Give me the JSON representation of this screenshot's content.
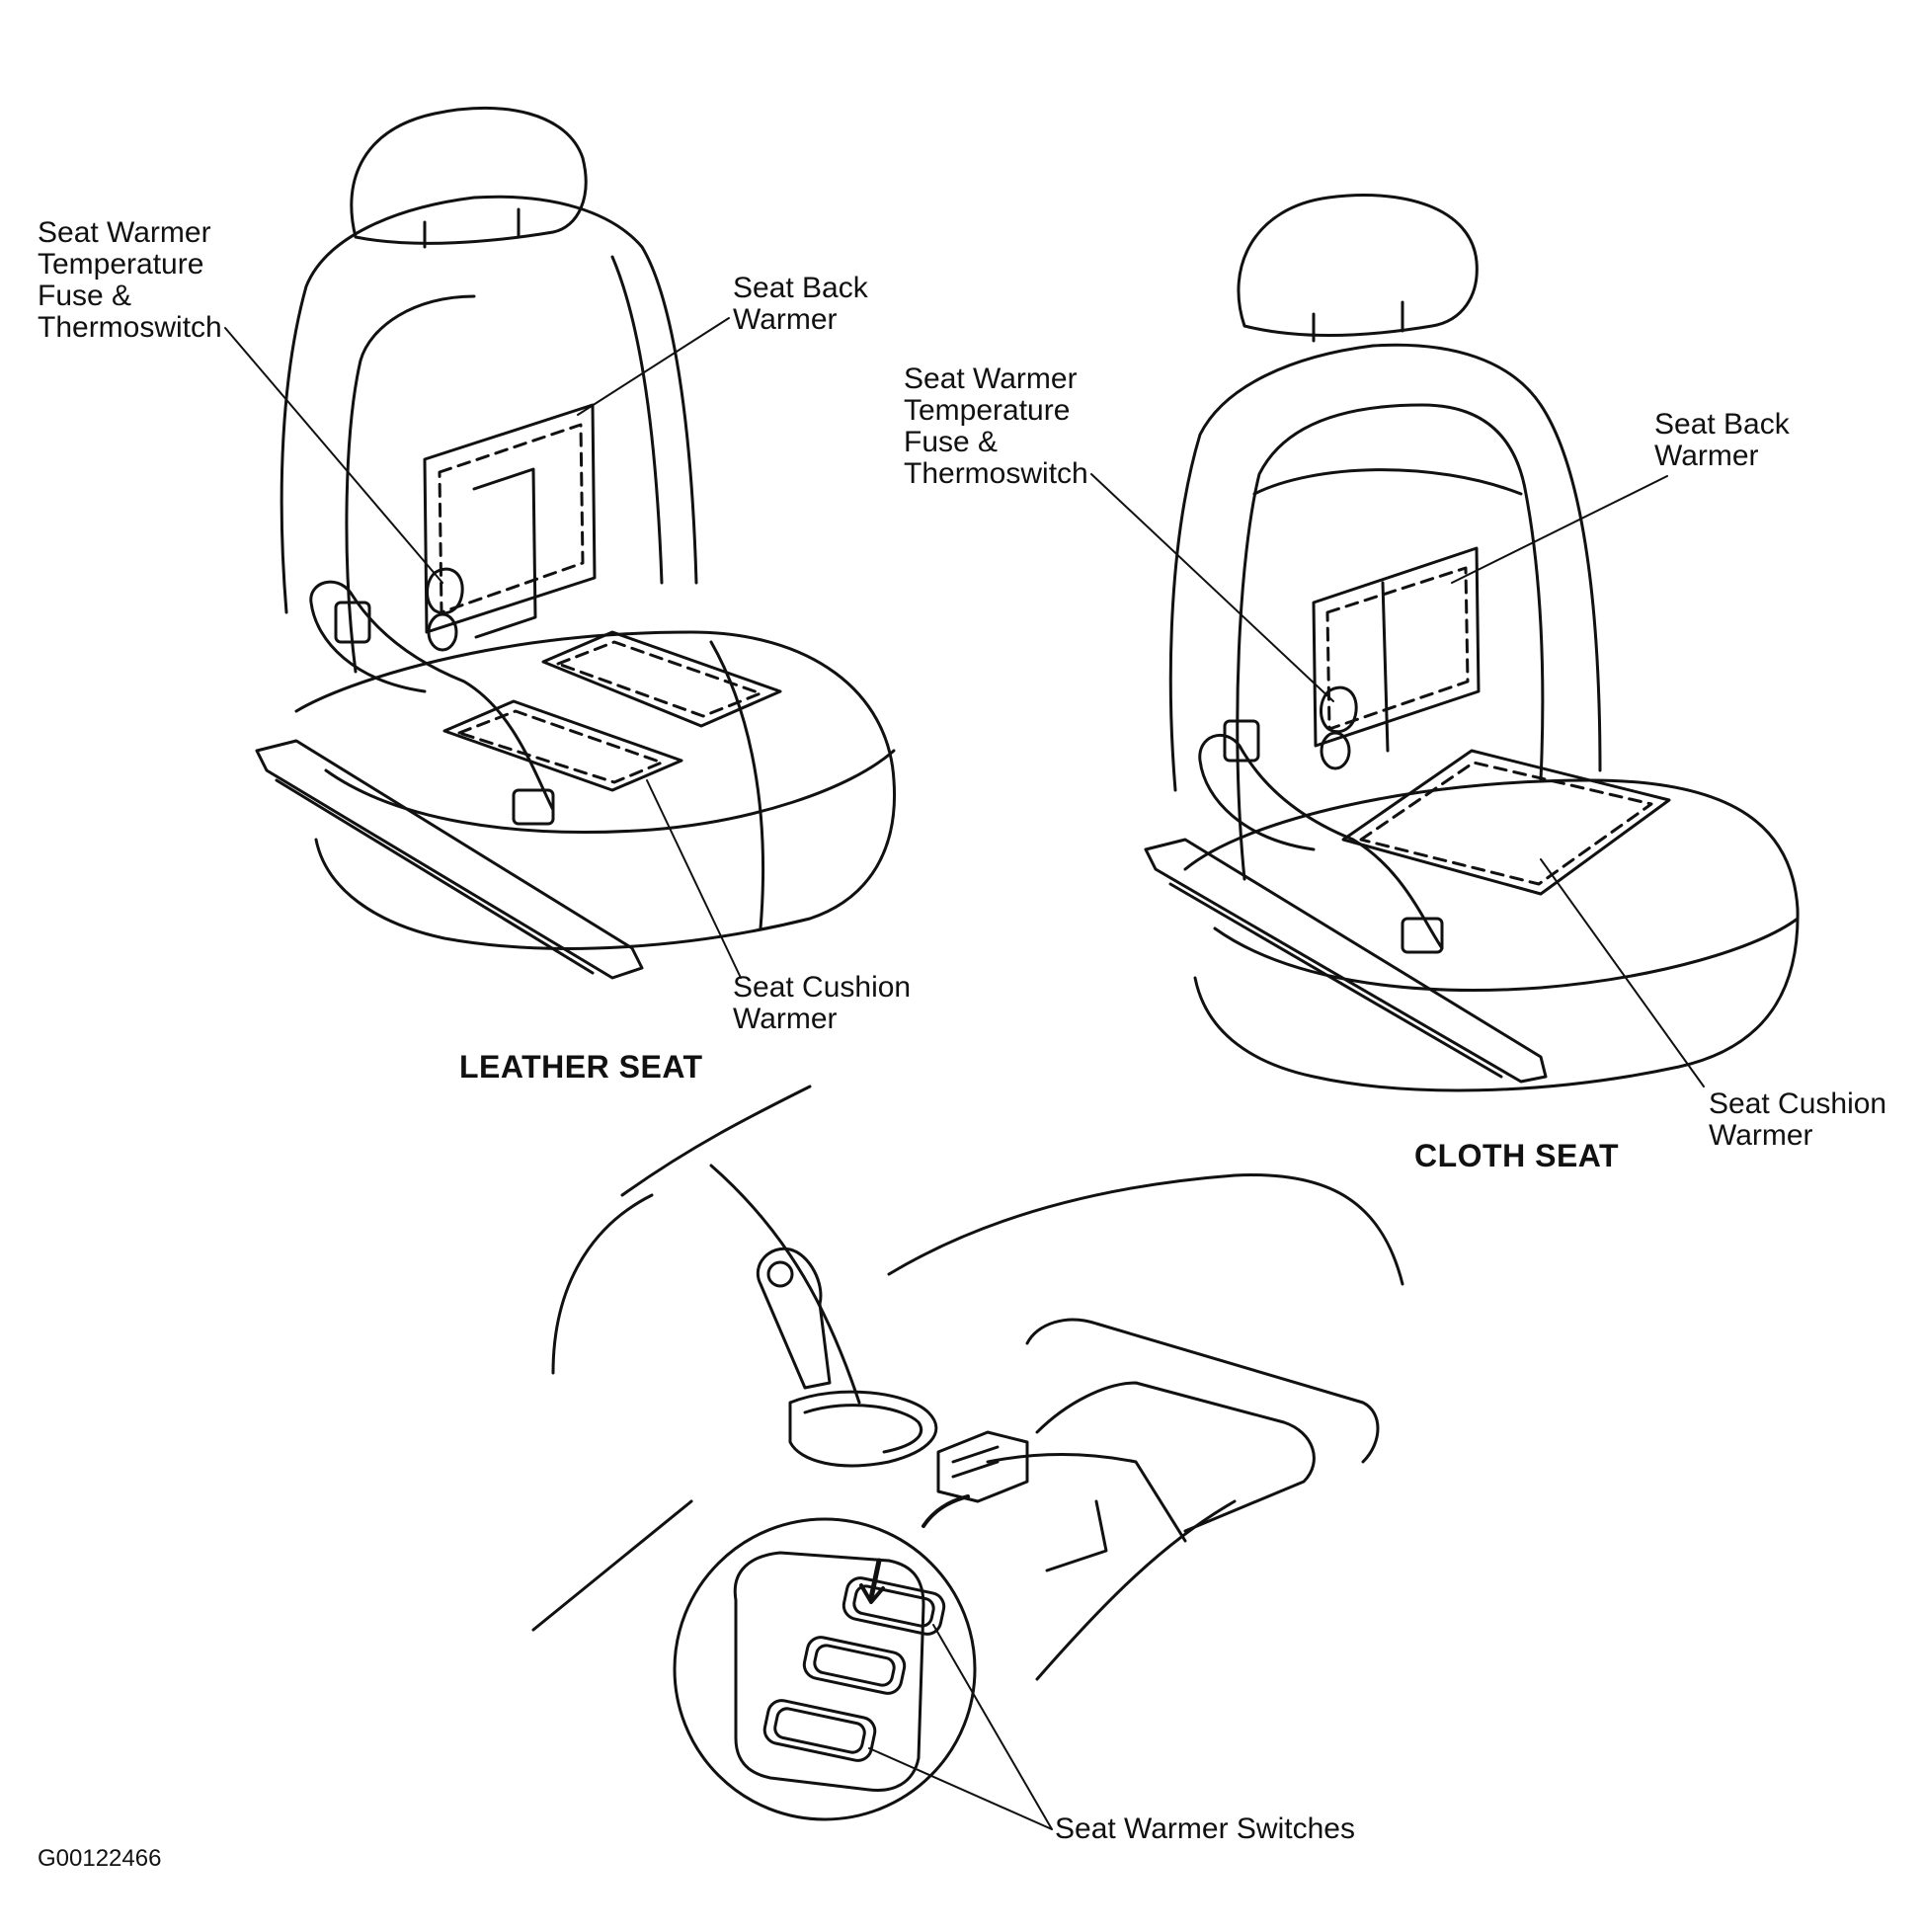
{
  "leather": {
    "caption": "LEATHER SEAT",
    "fuse_label": "Seat Warmer\nTemperature\nFuse &\nThermoswitch",
    "back_label": "Seat Back\nWarmer",
    "cushion_label": "Seat Cushion\nWarmer"
  },
  "cloth": {
    "caption": "CLOTH SEAT",
    "fuse_label": "Seat Warmer\nTemperature\nFuse &\nThermoswitch",
    "back_label": "Seat Back\nWarmer",
    "cushion_label": "Seat Cushion\nWarmer"
  },
  "console": {
    "switches_label": "Seat Warmer Switches"
  },
  "figure_code": "G00122466"
}
